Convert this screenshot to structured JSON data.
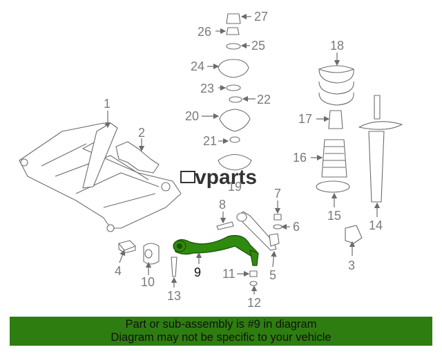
{
  "diagram": {
    "callouts": [
      "1",
      "2",
      "3",
      "4",
      "5",
      "6",
      "7",
      "8",
      "9",
      "10",
      "11",
      "12",
      "13",
      "14",
      "15",
      "16",
      "17",
      "18",
      "19",
      "20",
      "21",
      "22",
      "23",
      "24",
      "25",
      "26",
      "27"
    ],
    "highlight_callout": "9",
    "highlight_color": "#2e8b0e",
    "watermark": "vparts"
  },
  "banner": {
    "line1": "Part or sub-assembly is #9 in diagram",
    "line2": "Diagram may not be specific to your vehicle",
    "color": "#2e7d10"
  }
}
